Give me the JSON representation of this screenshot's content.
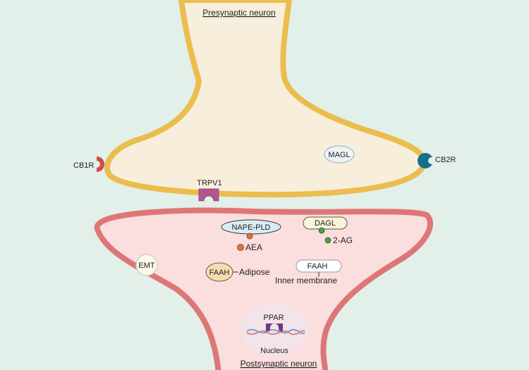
{
  "labels": {
    "presynaptic": "Presynaptic neuron",
    "postsynaptic": "Postsynaptic neuron",
    "cb1r": "CB1R",
    "cb2r": "CB2R",
    "magl": "MAGL",
    "trpv1": "TRPV1",
    "nape_pld": "NAPE-PLD",
    "aea": "AEA",
    "dagl": "DAGL",
    "two_ag": "2-AG",
    "emt": "EMT",
    "faah_adipose": "FAAH",
    "adipose": "Adipose",
    "faah_inner": "FAAH",
    "inner_membrane": "Inner membrane",
    "ppar": "PPAR",
    "nucleus": "Nucleus"
  },
  "colors": {
    "background": "#e3efe9",
    "pre_fill": "#f7efdc",
    "pre_stroke": "#ebbd4e",
    "post_fill": "#fbdede",
    "post_stroke": "#dd7777",
    "cb1r": "#cc4a4a",
    "cb2r": "#166e8c",
    "trpv1": "#b2568f",
    "aea_dot": "#d9763a",
    "two_ag_dot": "#4da046",
    "ppar": "#6a3a8c",
    "nucleus_fill": "#f2e4e8"
  },
  "icons": {
    "cb1r": "receptor-crescent-icon",
    "cb2r": "receptor-pacman-icon",
    "trpv1": "channel-icon",
    "ppar": "nuclear-receptor-icon",
    "dna": "dna-helix-icon"
  }
}
